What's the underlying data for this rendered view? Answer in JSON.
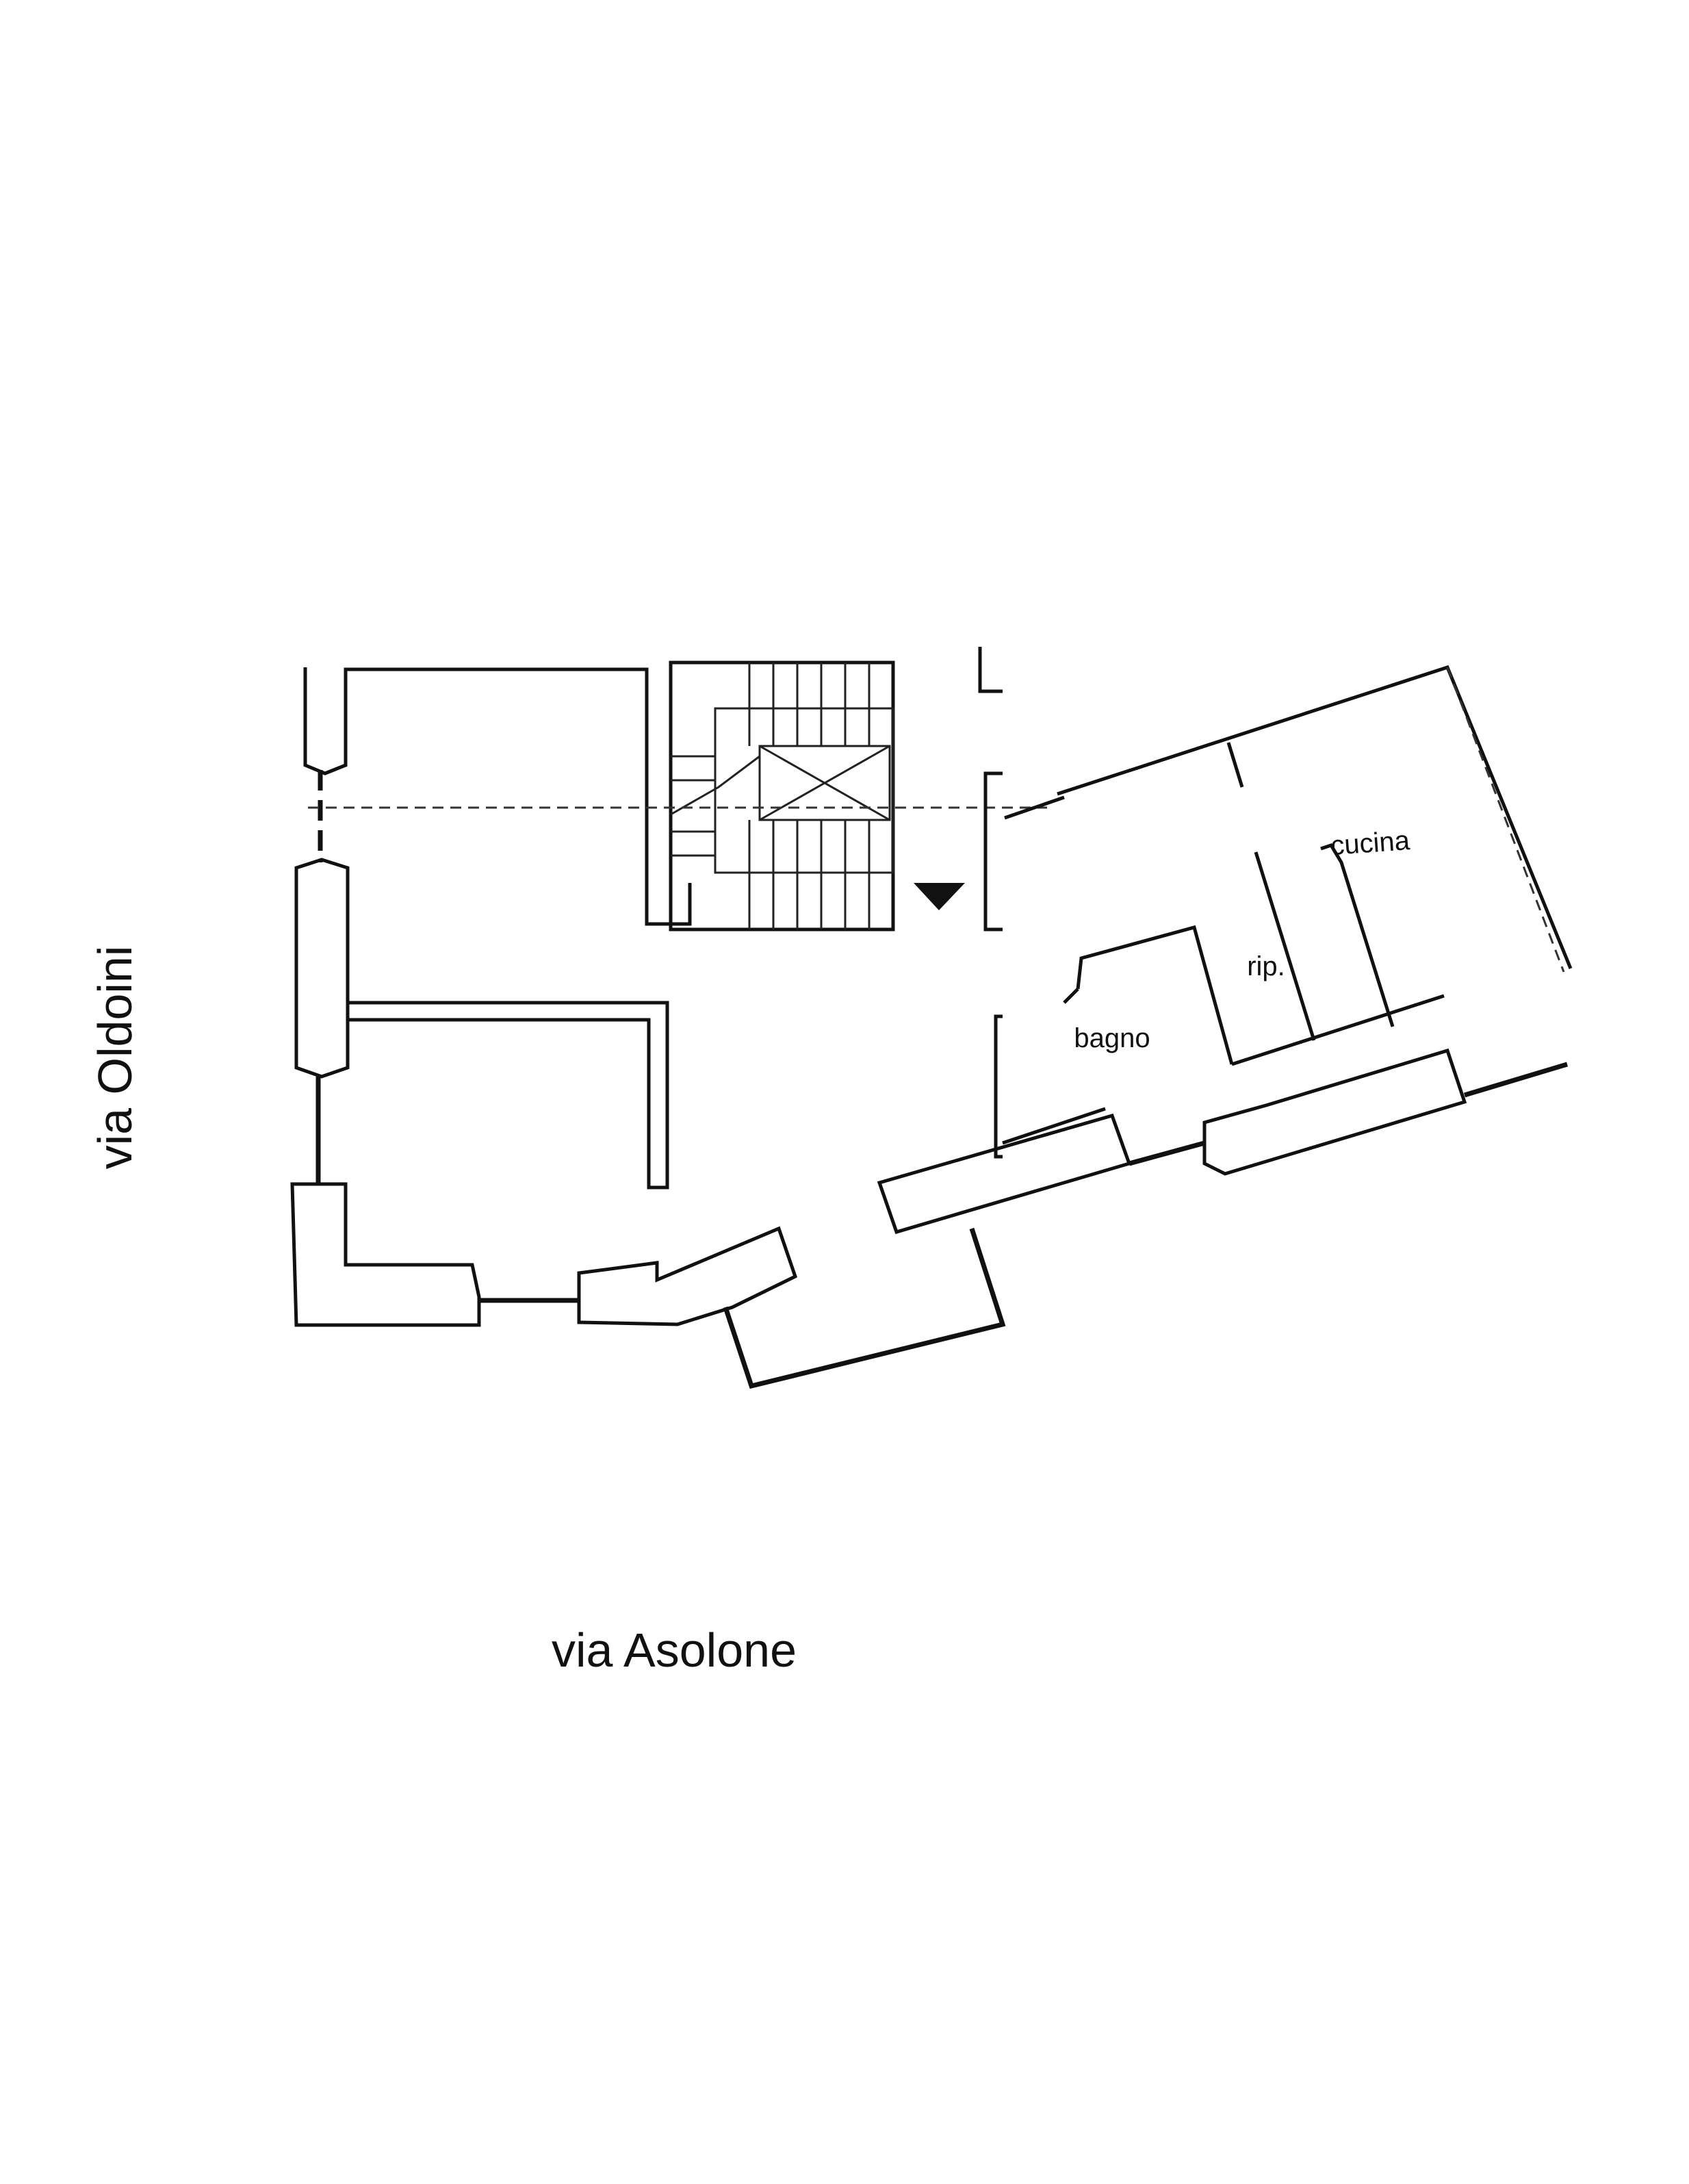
{
  "streets": {
    "left": "via Oldoini",
    "bottom": "via Asolone"
  },
  "rooms": {
    "kitchen": "cucina",
    "storage": "rip.",
    "bathroom": "bagno"
  },
  "colors": {
    "ink": "#111111",
    "paper": "#ffffff"
  }
}
